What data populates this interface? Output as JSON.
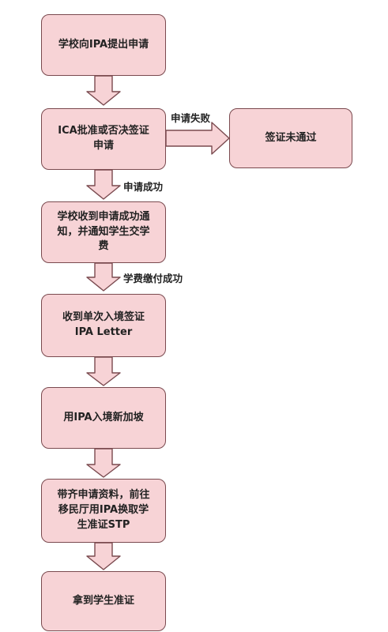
{
  "steps": [
    {
      "text": "学校向IPA提出申请"
    },
    {
      "text": "ICA批准或否决签证\n申请"
    },
    {
      "text": "学校收到申请成功通\n知，并通知学生交学\n费"
    },
    {
      "text": "收到单次入境签证\nIPA Letter"
    },
    {
      "text": "用IPA入境新加坡"
    },
    {
      "text": "带齐申请资料，前往\n移民厅用IPA换取学\n生准证STP"
    },
    {
      "text": "拿到学生准证"
    }
  ],
  "side_box": {
    "text": "签证未通过"
  },
  "labels": {
    "fail": "申请失败",
    "success": "申请成功",
    "fee_paid": "学费缴付成功"
  },
  "colors": {
    "box_fill": "#f7d3d6",
    "box_border": "#7a4a4f",
    "arrow_fill": "#f7d3d6",
    "arrow_stroke": "#7a4a4f"
  }
}
